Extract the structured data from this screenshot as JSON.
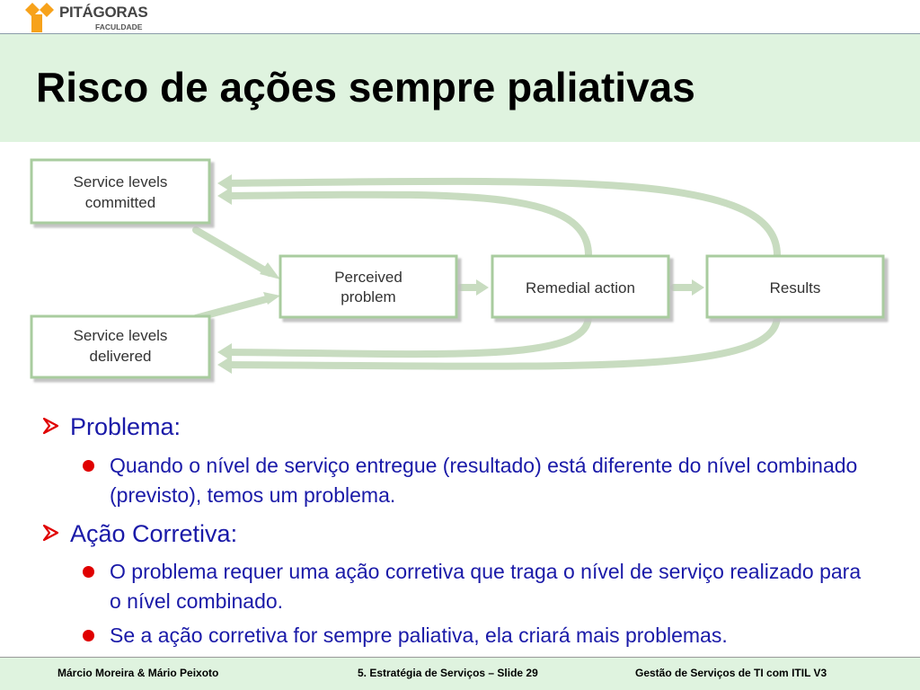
{
  "brand": {
    "name": "PITÁGORAS",
    "sub": "FACULDADE"
  },
  "slide": {
    "title": "Risco de ações sempre paliativas"
  },
  "diagram": {
    "boxes": {
      "committed": [
        "Service levels",
        "committed"
      ],
      "delivered": [
        "Service levels",
        "delivered"
      ],
      "perceived": [
        "Perceived",
        "problem"
      ],
      "remedial": [
        "Remedial action"
      ],
      "results": [
        "Results"
      ]
    }
  },
  "bullets": [
    {
      "heading": "Problema:",
      "items": [
        "Quando o nível de serviço entregue (resultado) está diferente do nível combinado (previsto), temos um problema."
      ]
    },
    {
      "heading": "Ação Corretiva:",
      "items": [
        "O problema requer uma ação corretiva que traga o nível de serviço realizado para o nível combinado.",
        "Se a ação corretiva for sempre paliativa, ela criará mais problemas."
      ]
    }
  ],
  "footer": {
    "left": "Márcio Moreira & Mário Peixoto",
    "center": "5. Estratégia de Serviços – Slide 29",
    "right": "Gestão de Serviços de TI com ITIL V3"
  },
  "colors": {
    "title_band": "#dff3df",
    "bullet_text": "#1a1aa8",
    "bullet_dot": "#e00000",
    "diagram_green": "#c8dcc0",
    "box_border": "#a9cc9f"
  }
}
